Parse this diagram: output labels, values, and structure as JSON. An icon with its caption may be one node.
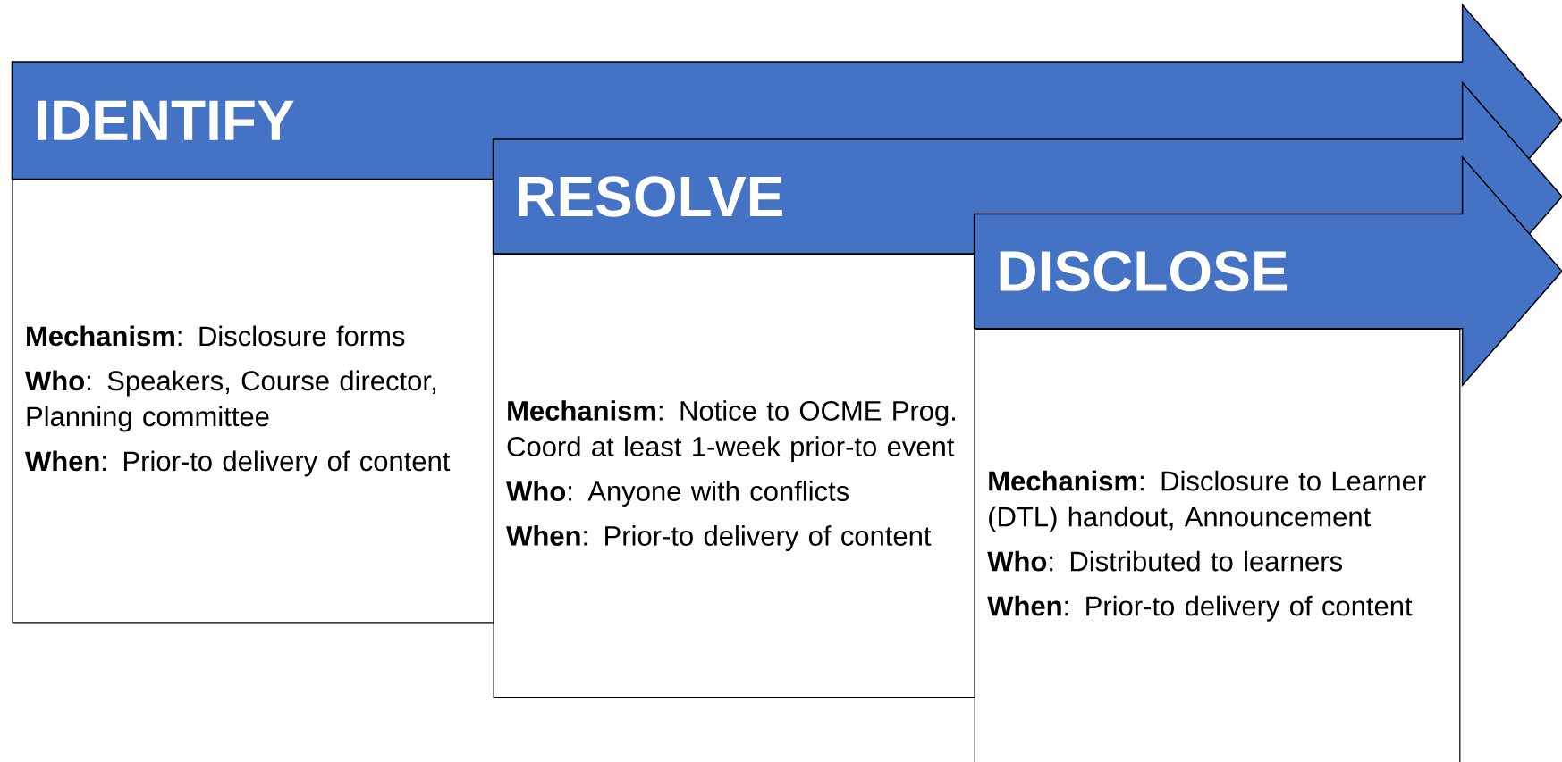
{
  "diagram": {
    "nodes": [
      {
        "text": [
          "IDENTIFY"
        ]
      },
      {
        "text": [
          "**Mechanism**: Disclosure forms",
          "**Who**: Speakers, Course director, Planning committee",
          "**When**: Prior-to delivery of content"
        ]
      },
      {
        "text": [
          "RESOLVE"
        ]
      },
      {
        "text": [
          "**Mechanism**: Notice to OCME Prog. Coord at least 1-week prior-to event",
          "**Who**: Anyone with conflicts",
          "**When**: Prior-to delivery of content"
        ]
      },
      {
        "text": [
          "DISCLOSE"
        ]
      },
      {
        "text": [
          "**Mechanism**: Disclosure to Learner (DTL) handout, Announcement",
          "**Who**: Distributed to learners",
          "**When**: Prior-to delivery of content"
        ]
      }
    ]
  }
}
